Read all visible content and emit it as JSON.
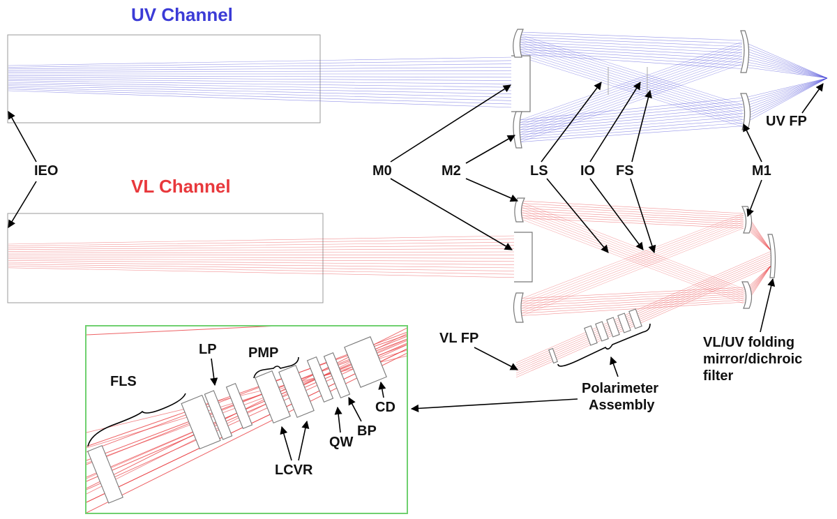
{
  "channels": {
    "uv_title": "UV Channel",
    "vl_title": "VL Channel"
  },
  "labels": {
    "ieo": "IEO",
    "m0": "M0",
    "m2": "M2",
    "ls": "LS",
    "io": "IO",
    "fs": "FS",
    "m1": "M1",
    "uv_fp": "UV FP",
    "vl_fp": "VL FP",
    "polarimeter_line1": "Polarimeter",
    "polarimeter_line2": "Assembly",
    "folding_line1": "VL/UV folding",
    "folding_line2": "mirror/dichroic",
    "folding_line3": "filter"
  },
  "inset": {
    "fls": "FLS",
    "lp": "LP",
    "pmp": "PMP",
    "lcvr": "LCVR",
    "qw": "QW",
    "bp": "BP",
    "cd": "CD"
  },
  "colors": {
    "uv": "#3b3bd6",
    "vl": "#e8383c",
    "inset_border": "#6fd06f"
  }
}
